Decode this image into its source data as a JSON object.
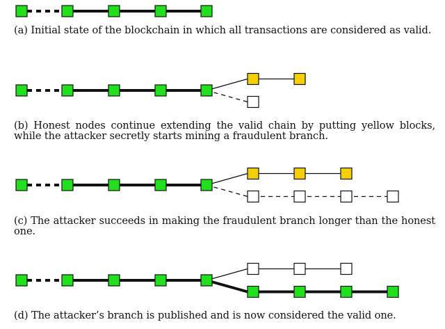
{
  "colors": {
    "valid": "#22e01e",
    "honest": "#f5d000",
    "fraud": "#ffffff",
    "stroke": "#111111"
  },
  "panels": [
    {
      "id": "a",
      "caption": "(a) Initial state of the blockchain in which all transactions are considered as valid.",
      "main_chain": [
        "valid",
        "valid",
        "valid",
        "valid",
        "valid"
      ],
      "branches": []
    },
    {
      "id": "b",
      "caption": "(b) Honest nodes continue extending the valid chain by putting yellow blocks, while the attacker secretly starts mining a fraudulent branch.",
      "main_chain": [
        "valid",
        "valid",
        "valid",
        "valid",
        "valid"
      ],
      "branches": [
        {
          "position": "upper",
          "blocks": [
            "honest",
            "honest"
          ],
          "line": "thin-solid"
        },
        {
          "position": "lower",
          "blocks": [
            "fraud"
          ],
          "line": "dashed"
        }
      ]
    },
    {
      "id": "c",
      "caption": "(c) The attacker succeeds in making the fraudulent branch longer than the honest one.",
      "main_chain": [
        "valid",
        "valid",
        "valid",
        "valid",
        "valid"
      ],
      "branches": [
        {
          "position": "upper",
          "blocks": [
            "honest",
            "honest",
            "honest"
          ],
          "line": "thin-solid"
        },
        {
          "position": "lower",
          "blocks": [
            "fraud",
            "fraud",
            "fraud",
            "fraud"
          ],
          "line": "dashed"
        }
      ]
    },
    {
      "id": "d",
      "caption": "(d) The attacker’s branch is published and is now considered the valid one.",
      "main_chain": [
        "valid",
        "valid",
        "valid",
        "valid",
        "valid"
      ],
      "branches": [
        {
          "position": "upper",
          "blocks": [
            "fraud",
            "fraud",
            "fraud"
          ],
          "line": "thin-solid"
        },
        {
          "position": "lower",
          "blocks": [
            "valid",
            "valid",
            "valid",
            "valid"
          ],
          "line": "thick-solid"
        }
      ]
    }
  ]
}
